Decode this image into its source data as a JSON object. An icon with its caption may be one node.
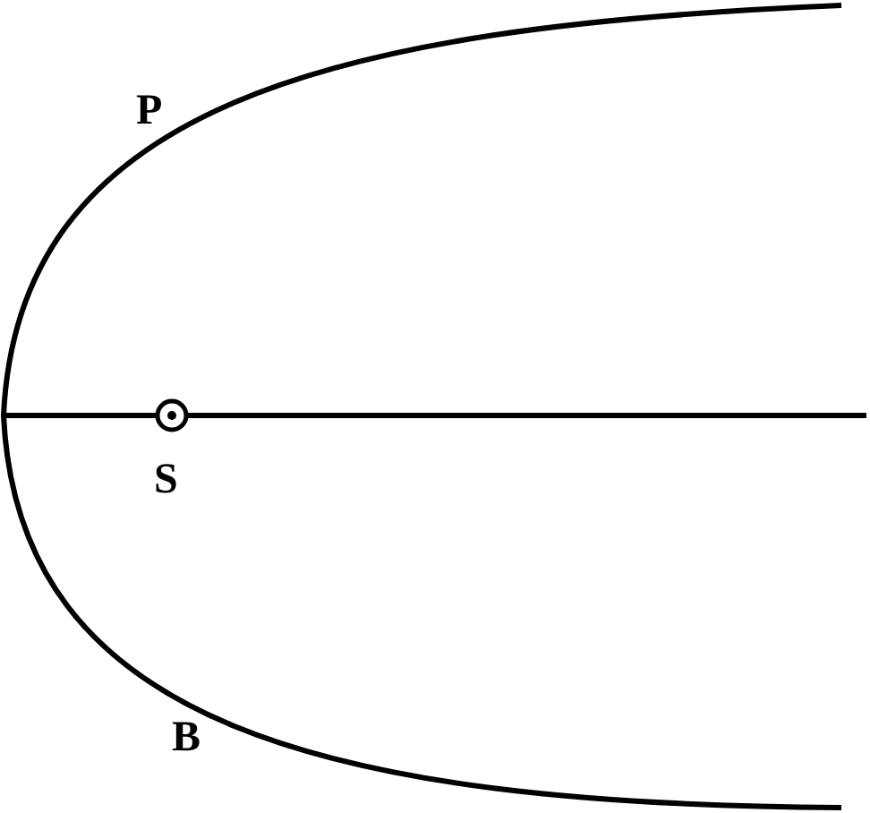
{
  "diagram": {
    "labels": [
      "P",
      "S",
      "B"
    ]
  }
}
